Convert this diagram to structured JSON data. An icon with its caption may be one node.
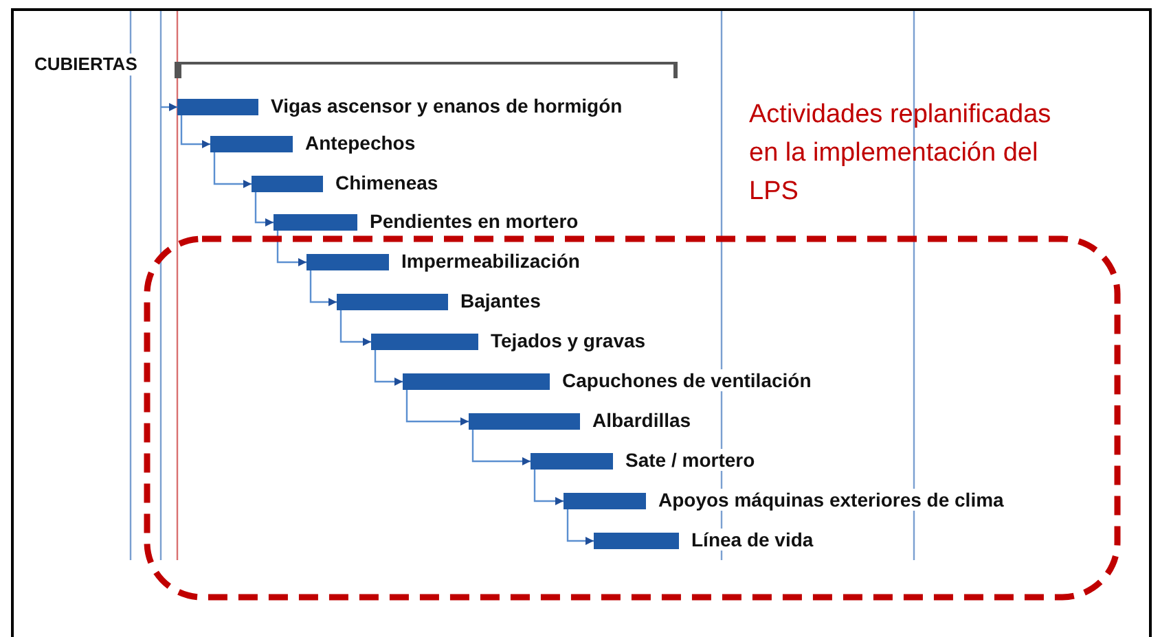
{
  "diagram": {
    "nodes": [
      {
        "text": [],
        "shape": "bar",
        "beside": [
          "CUBIERTAS"
        ]
      },
      {
        "text": [],
        "shape": "bar",
        "beside": [
          "Vigas ascensor y enanos de hormigón"
        ]
      },
      {
        "text": [],
        "shape": "bar",
        "beside": [
          "Antepechos"
        ]
      },
      {
        "text": [],
        "shape": "bar",
        "beside": [
          "Chimeneas"
        ]
      },
      {
        "text": [],
        "shape": "bar",
        "beside": [
          "Pendientes en mortero"
        ]
      },
      {
        "text": [],
        "shape": "box",
        "beside": [
          "Actividades replanificadas en la implementación del LPS"
        ]
      },
      {
        "text": [],
        "shape": "bar",
        "beside": [
          "Impermeabilización"
        ],
        "in": 5
      },
      {
        "text": [],
        "shape": "bar",
        "beside": [
          "Bajantes"
        ],
        "in": 5
      },
      {
        "text": [],
        "shape": "bar",
        "beside": [
          "Tejados y gravas"
        ],
        "in": 5
      },
      {
        "text": [],
        "shape": "bar",
        "beside": [
          "Capuchones de ventilación"
        ],
        "in": 5
      },
      {
        "text": [],
        "shape": "bar",
        "beside": [
          "Albardillas"
        ],
        "in": 5
      },
      {
        "text": [],
        "shape": "bar",
        "beside": [
          "Sate / mortero"
        ],
        "in": 5
      },
      {
        "text": [],
        "shape": "bar",
        "beside": [
          "Apoyos máquinas exteriores de clima"
        ],
        "in": 5
      },
      {
        "text": [],
        "shape": "bar",
        "beside": [
          "Línea de vida"
        ],
        "in": 5
      }
    ],
    "edges": [
      {
        "from": null,
        "to": 1,
        "arrow": "to"
      },
      {
        "from": 1,
        "to": 2,
        "arrow": "to"
      },
      {
        "from": 2,
        "to": 3,
        "arrow": "to"
      },
      {
        "from": 3,
        "to": 4,
        "arrow": "to"
      },
      {
        "from": 4,
        "to": 6,
        "arrow": "to"
      },
      {
        "from": 6,
        "to": 7,
        "arrow": "to"
      },
      {
        "from": 7,
        "to": 8,
        "arrow": "to"
      },
      {
        "from": 8,
        "to": 9,
        "arrow": "to"
      },
      {
        "from": 9,
        "to": 10,
        "arrow": "to"
      },
      {
        "from": 10,
        "to": 11,
        "arrow": "to"
      },
      {
        "from": 11,
        "to": 12,
        "arrow": "to"
      },
      {
        "from": 12,
        "to": 13,
        "arrow": "to"
      }
    ]
  }
}
